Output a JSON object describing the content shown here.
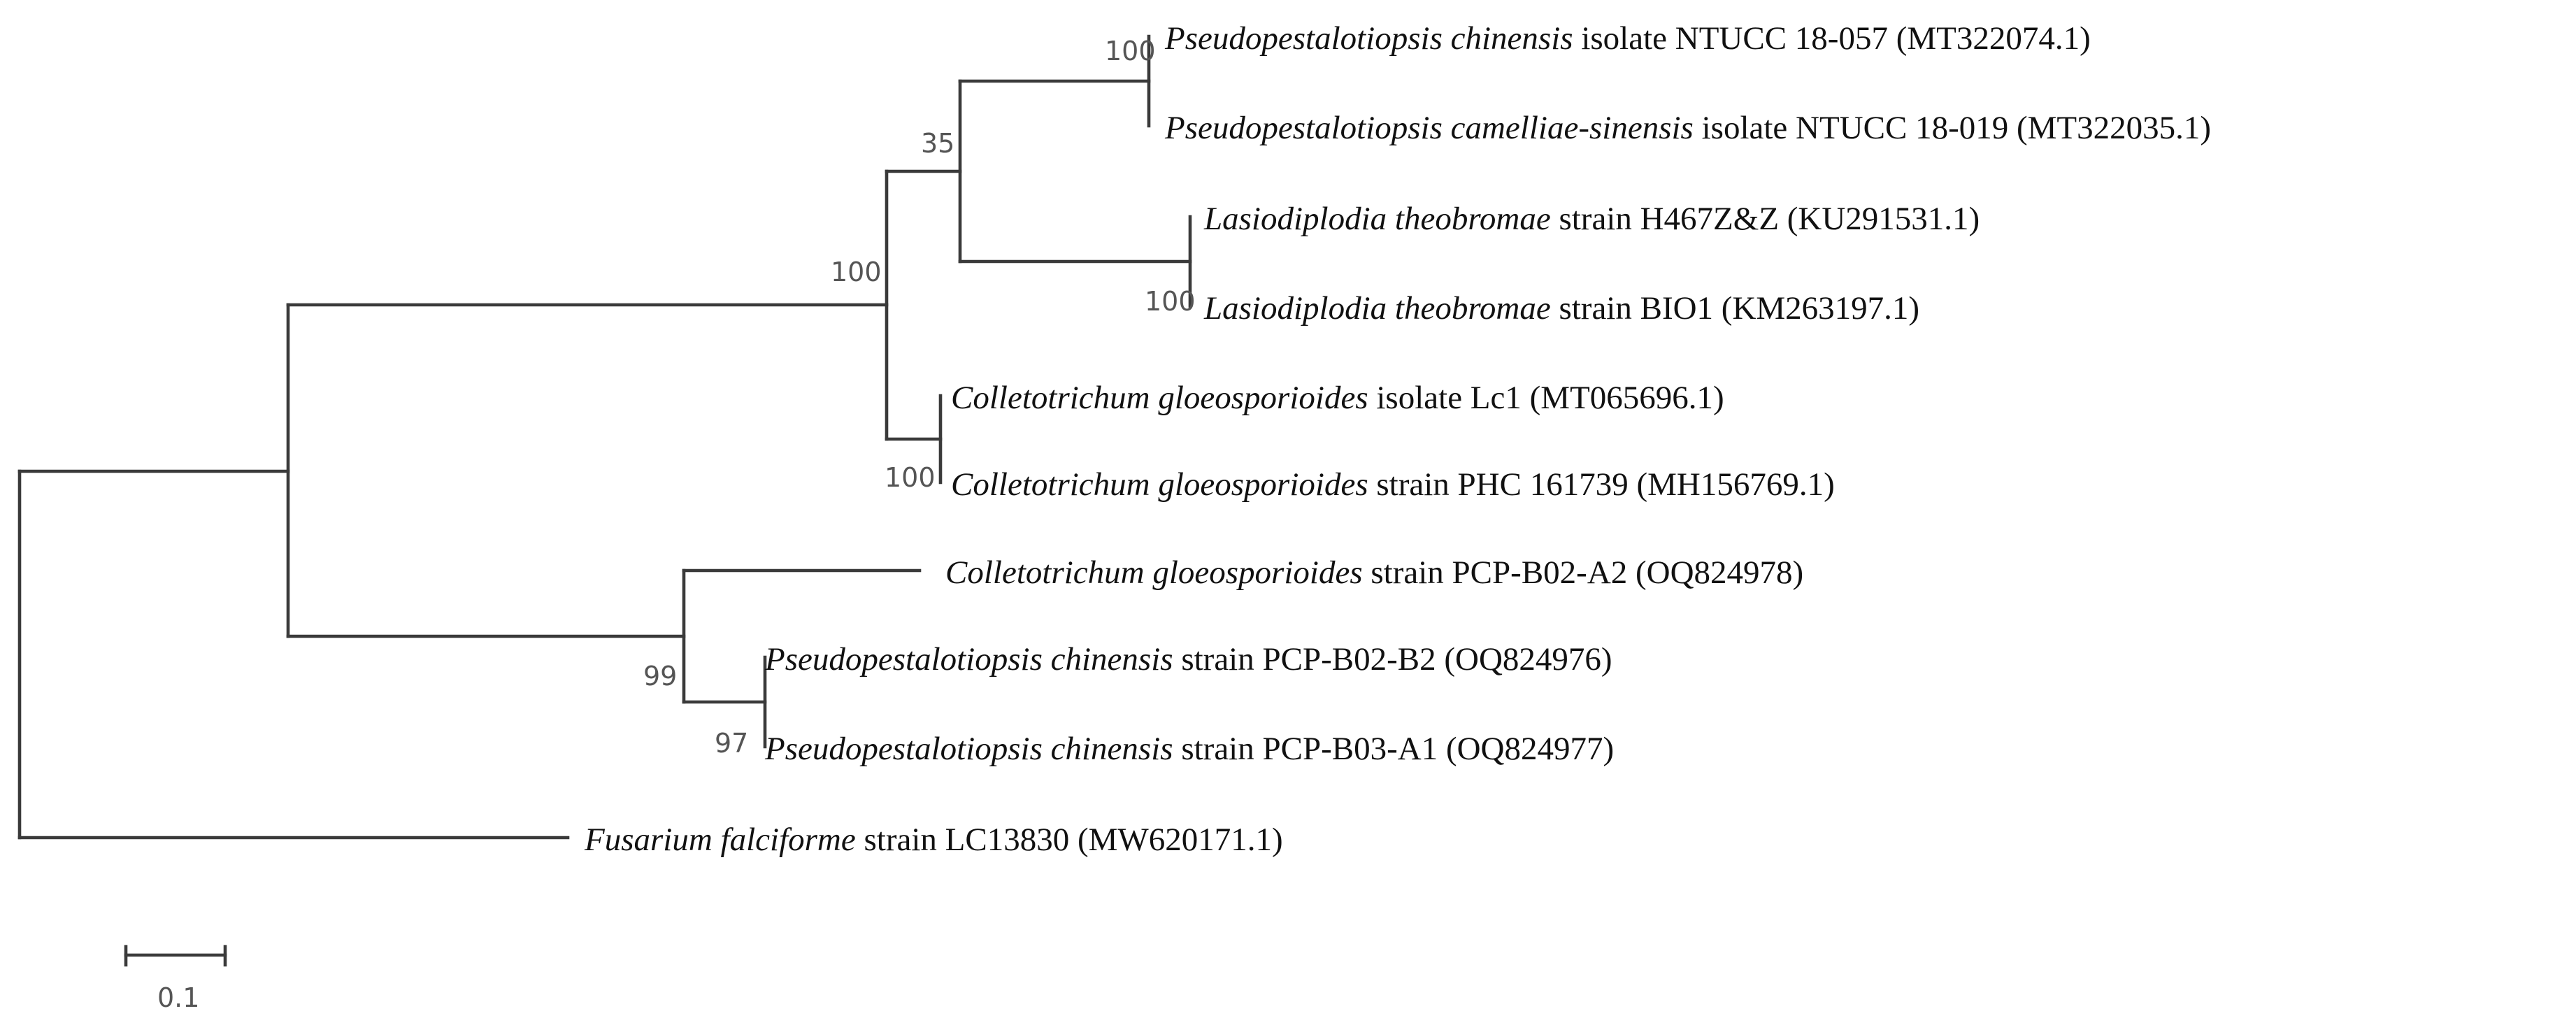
{
  "tree": {
    "taxa": [
      {
        "id": "t1",
        "genus": "Pseudopestalotiopsis chinensis",
        "rest": " isolate NTUCC 18-057 (MT322074.1)"
      },
      {
        "id": "t2",
        "genus": "Pseudopestalotiopsis camelliae-sinensis",
        "rest": " isolate NTUCC 18-019 (MT322035.1)"
      },
      {
        "id": "t3",
        "genus": "Lasiodiplodia theobromae",
        "rest": " strain H467Z&Z (KU291531.1)"
      },
      {
        "id": "t4",
        "genus": "Lasiodiplodia theobromae",
        "rest": " strain BIO1 (KM263197.1)"
      },
      {
        "id": "t5",
        "genus": "Colletotrichum gloeosporioides",
        "rest": " isolate Lc1 (MT065696.1)"
      },
      {
        "id": "t6",
        "genus": "Colletotrichum gloeosporioides",
        "rest": " strain PHC 161739 (MH156769.1)"
      },
      {
        "id": "t7",
        "genus": "Colletotrichum gloeosporioides",
        "rest": " strain PCP-B02-A2 (OQ824978)"
      },
      {
        "id": "t8",
        "genus": "Pseudopestalotiopsis chinensis",
        "rest": " strain PCP-B02-B2 (OQ824976)"
      },
      {
        "id": "t9",
        "genus": "Pseudopestalotiopsis chinensis",
        "rest": " strain PCP-B03-A1 (OQ824977)"
      },
      {
        "id": "t10",
        "genus": "Fusarium falciforme",
        "rest": " strain LC13830 (MW620171.1)"
      }
    ],
    "supports": [
      {
        "id": "s1",
        "value": "100"
      },
      {
        "id": "s2",
        "value": "35"
      },
      {
        "id": "s3",
        "value": "100"
      },
      {
        "id": "s4",
        "value": "100"
      },
      {
        "id": "s5",
        "value": "100"
      },
      {
        "id": "s6",
        "value": "99"
      },
      {
        "id": "s7",
        "value": "97"
      }
    ],
    "scale_bar": {
      "value": 0.1,
      "label": "0.1"
    },
    "colors": {
      "branch": "#3a3a3a",
      "text": "#111111",
      "support": "#555555"
    }
  }
}
